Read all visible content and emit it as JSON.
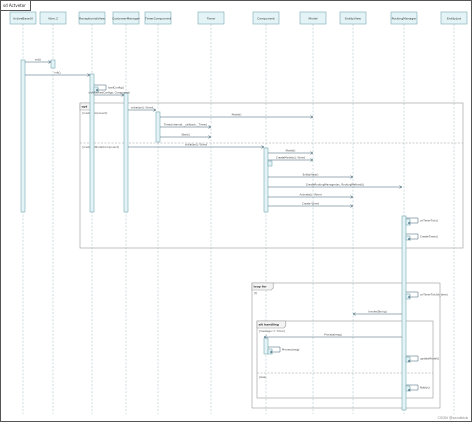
{
  "diagram": {
    "title": "sd Actvetor",
    "watermark": "CSDN @sandbbb",
    "lifelines": [
      {
        "id": "ll0",
        "label": "ActiveBaseUI"
      },
      {
        "id": "ll1",
        "label": "Vtim.2"
      },
      {
        "id": "ll2",
        "label": "ReceptionistView"
      },
      {
        "id": "ll3",
        "label": "CustomerManager"
      },
      {
        "id": "ll4",
        "label": "TimerComponent"
      },
      {
        "id": "ll5",
        "label": "Timer"
      },
      {
        "id": "ll6",
        "label": "Component"
      },
      {
        "id": "ll7",
        "label": "Model"
      },
      {
        "id": "ll8",
        "label": "EntityView"
      },
      {
        "id": "ll9",
        "label": "RoutingManager"
      },
      {
        "id": "ll10",
        "label": "EntityList"
      }
    ],
    "messages": [
      {
        "label": "init()"
      },
      {
        "label": "init()"
      },
      {
        "label": "loadConfig()"
      },
      {
        "label": "onAttachedConfigs: Component"
      },
      {
        "label": "initialize(): Vtimd"
      },
      {
        "label": "Model()"
      },
      {
        "label": "Timer(interval, _callback, _Timer)"
      },
      {
        "label": "Start()"
      },
      {
        "label": "initialize(): Vtimd"
      },
      {
        "label": "Model()"
      },
      {
        "label": "CreateModels(): Vtimd"
      },
      {
        "label": "EntityView()"
      },
      {
        "label": "CreateRoutingManager(ec, RoutingMethod())"
      },
      {
        "label": "Activate(): Vtimd"
      },
      {
        "label": "Create Vtimd"
      },
      {
        "label": "onTimerTick()"
      },
      {
        "label": "CreateTimer()"
      },
      {
        "label": "onTimerTick(th_time)"
      },
      {
        "label": "Invoke(String)"
      },
      {
        "label": "Process(msg)"
      },
      {
        "label": "Process(msg)"
      },
      {
        "label": "updateModel()"
      },
      {
        "label": "Notify()"
      }
    ],
    "fragments": [
      {
        "operator": "opt",
        "guard": "[createComponent]",
        "second_guard": "[createMyModelComponent]"
      },
      {
        "operator": "loop for",
        "guard": "[t]"
      },
      {
        "operator": "alt handling",
        "guard": "[message != Timer]",
        "second_guard": "[else]"
      }
    ]
  }
}
